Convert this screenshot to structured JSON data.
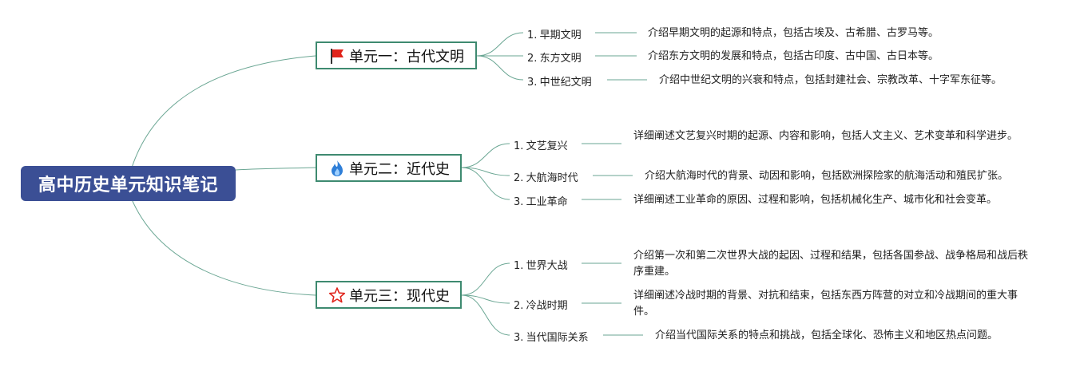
{
  "root": {
    "title": "高中历史单元知识笔记"
  },
  "colors": {
    "root_bg": "#3b4f95",
    "branch": "#3e8a70",
    "link": "#6aa693"
  },
  "units": [
    {
      "label": "单元一：古代文明",
      "icon": "red-flag-icon",
      "items": [
        {
          "num": "1.",
          "title": "早期文明",
          "desc": "介绍早期文明的起源和特点，包括古埃及、古希腊、古罗马等。"
        },
        {
          "num": "2.",
          "title": "东方文明",
          "desc": "介绍东方文明的发展和特点，包括古印度、古中国、古日本等。"
        },
        {
          "num": "3.",
          "title": "中世纪文明",
          "desc": "介绍中世纪文明的兴衰和特点，包括封建社会、宗教改革、十字军东征等。"
        }
      ]
    },
    {
      "label": "单元二：近代史",
      "icon": "fire-icon",
      "items": [
        {
          "num": "1.",
          "title": "文艺复兴",
          "desc": "详细阐述文艺复兴时期的起源、内容和影响，包括人文主义、艺术变革和科学进步。"
        },
        {
          "num": "2.",
          "title": "大航海时代",
          "desc": "介绍大航海时代的背景、动因和影响，包括欧洲探险家的航海活动和殖民扩张。"
        },
        {
          "num": "3.",
          "title": "工业革命",
          "desc": "详细阐述工业革命的原因、过程和影响，包括机械化生产、城市化和社会变革。"
        }
      ]
    },
    {
      "label": "单元三：现代史",
      "icon": "star-outline-icon",
      "items": [
        {
          "num": "1.",
          "title": "世界大战",
          "desc": "介绍第一次和第二次世界大战的起因、过程和结果，包括各国参战、战争格局和战后秩序重建。"
        },
        {
          "num": "2.",
          "title": "冷战时期",
          "desc": "详细阐述冷战时期的背景、对抗和结束，包括东西方阵营的对立和冷战期间的重大事件。"
        },
        {
          "num": "3.",
          "title": "当代国际关系",
          "desc": "介绍当代国际关系的特点和挑战，包括全球化、恐怖主义和地区热点问题。"
        }
      ]
    }
  ]
}
